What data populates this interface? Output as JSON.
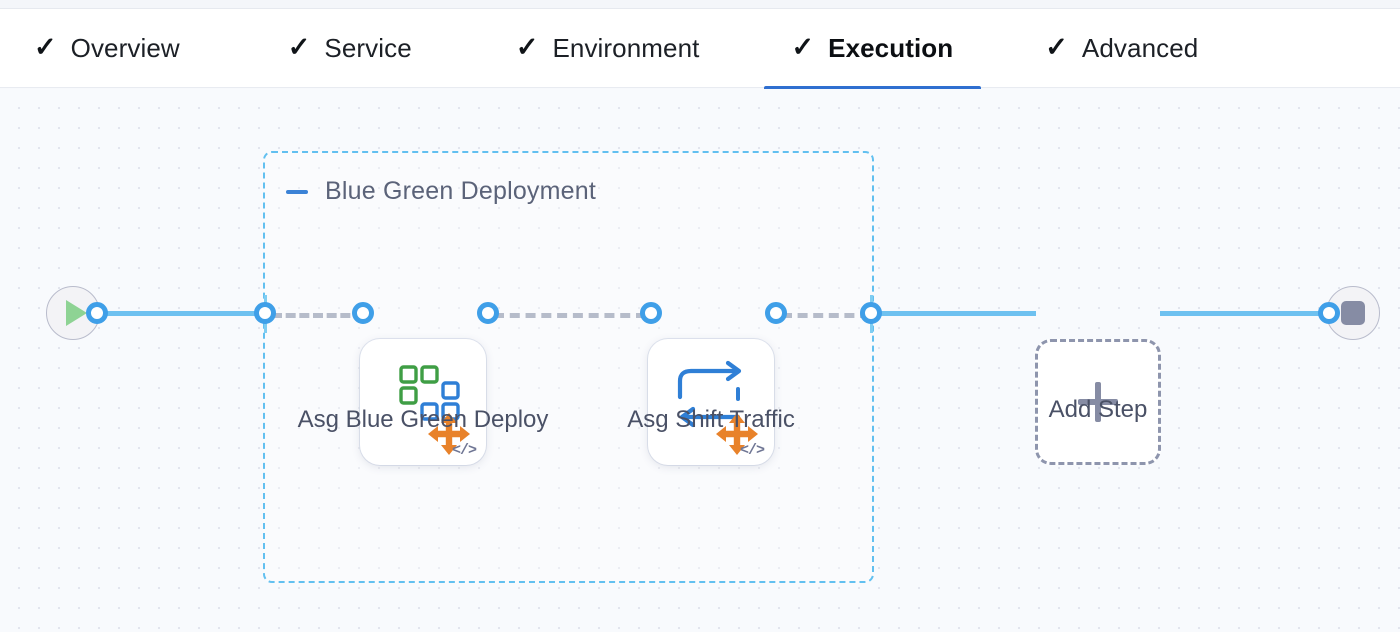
{
  "tabs": [
    {
      "id": "overview",
      "label": "Overview",
      "check": "✓",
      "active": false
    },
    {
      "id": "service",
      "label": "Service",
      "check": "✓",
      "active": false
    },
    {
      "id": "environment",
      "label": "Environment",
      "check": "✓",
      "active": false
    },
    {
      "id": "execution",
      "label": "Execution",
      "check": "✓",
      "active": true
    },
    {
      "id": "advanced",
      "label": "Advanced",
      "check": "✓",
      "active": false
    }
  ],
  "pipeline": {
    "start_node": {
      "name": "start-node",
      "icon": "play-icon"
    },
    "end_node": {
      "name": "end-node",
      "icon": "stop-icon"
    },
    "group": {
      "title": "Blue Green Deployment",
      "collapse_icon": "minus-icon",
      "border_color": "#62c0f0"
    },
    "steps": [
      {
        "id": "asg-blue-green-deploy",
        "label": "Asg Blue Green Deploy",
        "icon": "asg-blue-green-deploy-icon",
        "badge": "</>"
      },
      {
        "id": "asg-shift-traffic",
        "label": "Asg Shift Traffic",
        "icon": "asg-shift-traffic-icon",
        "badge": "</>"
      }
    ],
    "add_step": {
      "label": "Add Step",
      "icon": "plus-icon"
    }
  },
  "colors": {
    "accent_blue": "#2f6fd0",
    "edge_blue": "#6ec1f0",
    "connector_blue": "#3f9fe8",
    "group_dashed": "#62c0f0",
    "add_step_dashed": "#8e95ad",
    "canvas_bg": "#f8fafd",
    "text_muted": "#4a5166",
    "icon_green": "#3f9e45",
    "icon_blue": "#2f7fd6",
    "icon_orange": "#e8822a"
  }
}
